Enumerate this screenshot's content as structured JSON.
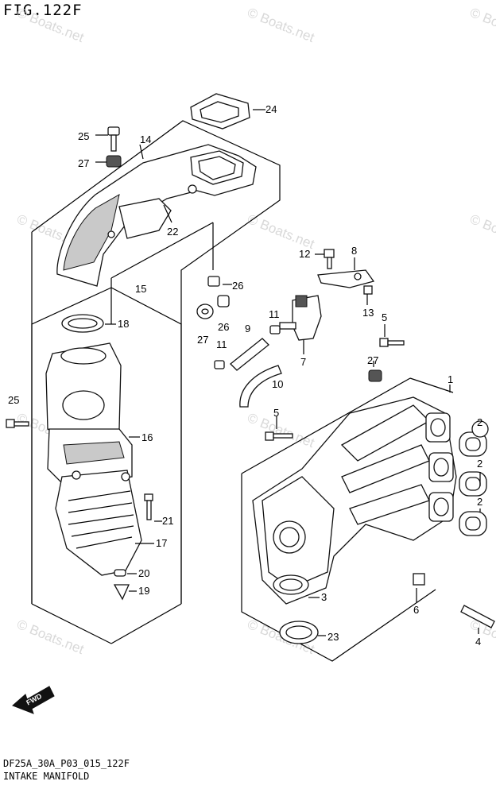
{
  "figure": {
    "title": "FIG.122F",
    "code": "DF25A_30A_P03_015_122F",
    "name": "INTAKE MANIFOLD"
  },
  "watermark": "© Boats.net",
  "direction_badge": "FWD",
  "callouts": [
    "24",
    "25",
    "14",
    "27",
    "22",
    "26",
    "15",
    "18",
    "27",
    "26",
    "25",
    "16",
    "21",
    "17",
    "20",
    "19",
    "12",
    "8",
    "13",
    "11",
    "9",
    "7",
    "5",
    "27",
    "10",
    "1",
    "5",
    "2",
    "2",
    "2",
    "3",
    "6",
    "23",
    "4",
    "11"
  ]
}
